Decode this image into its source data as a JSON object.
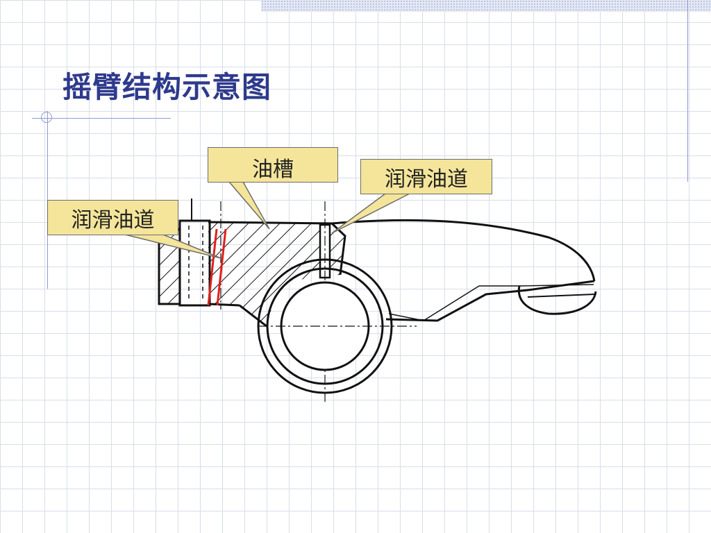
{
  "slide": {
    "title": "摇臂结构示意图"
  },
  "callouts": {
    "oil_groove": "油槽",
    "lube_passage_right": "润滑油道",
    "lube_passage_left": "润滑油道"
  },
  "colors": {
    "title": "#2e3a8c",
    "callout_fill": "#f4e59a",
    "highlight_red": "#e0201a",
    "grid_line": "#d7dde9"
  }
}
